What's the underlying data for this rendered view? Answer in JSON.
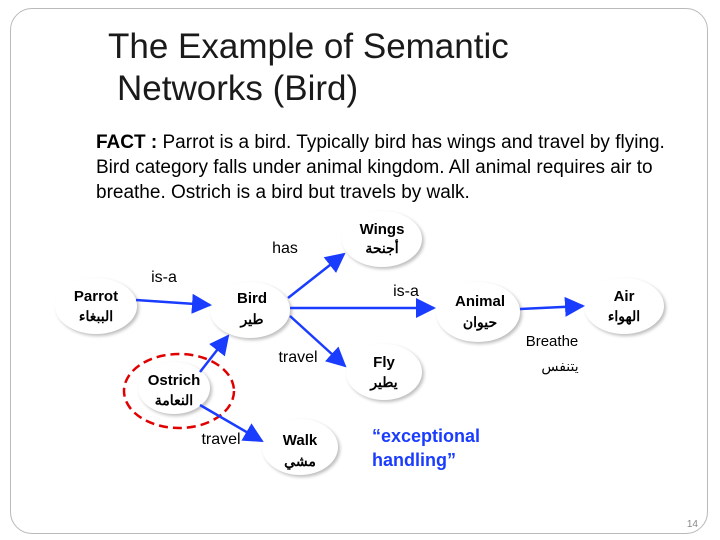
{
  "slide": {
    "title_line1": "The Example of Semantic",
    "title_line2": "Networks (Bird)",
    "fact_label": "FACT :",
    "fact_text": "Parrot is a bird. Typically bird has wings  and travel by flying. Bird category falls under animal kingdom. All animal requires air to breathe. Ostrich is a bird but travels by walk.",
    "page_number": "14"
  },
  "nodes": {
    "parrot": {
      "en": "Parrot",
      "ar": "الببغاء"
    },
    "bird": {
      "en": "Bird",
      "ar": "طير"
    },
    "wings": {
      "en": "Wings",
      "ar": "أجنحة"
    },
    "animal": {
      "en": "Animal",
      "ar": "حيوان"
    },
    "air": {
      "en": "Air",
      "ar": "الهواء"
    },
    "ostrich": {
      "en": "Ostrich",
      "ar": "النعامة"
    },
    "fly": {
      "en": "Fly",
      "ar": "يطير"
    },
    "walk": {
      "en": "Walk",
      "ar": "مشي"
    }
  },
  "edges": {
    "parrot_bird": "is-a",
    "bird_wings": "has",
    "bird_animal": "is-a",
    "bird_fly": "travel",
    "ostrich_walk": "travel",
    "animal_air_en": "Breathe",
    "animal_air_ar": "يتنفس"
  },
  "note": {
    "line1": "“exceptional",
    "line2": "handling”"
  },
  "colors": {
    "arrow": "#1a3cff",
    "node_fill": "#ffffff",
    "node_shadow": "#d9d9d9",
    "exception_ellipse": "#e00000",
    "exception_text": "#1a3cff"
  }
}
